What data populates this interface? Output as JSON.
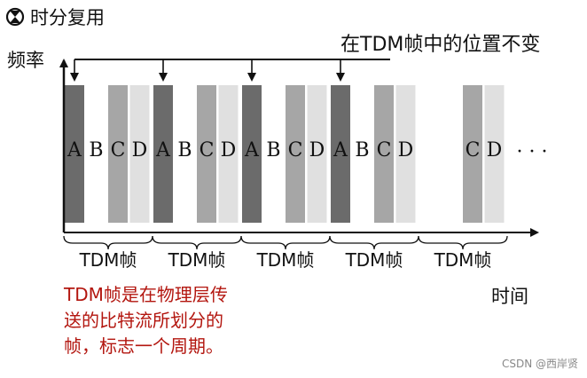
{
  "header": {
    "title": "时分复用",
    "icon": "hourglass-icon"
  },
  "diagram": {
    "ylabel": "频率",
    "xlabel": "时间",
    "position_label": "在TDM帧中的位置不变",
    "users": [
      {
        "letter": "A",
        "color": "#6b6b6b"
      },
      {
        "letter": "B",
        "color": "#ffffff"
      },
      {
        "letter": "C",
        "color": "#a6a6a6"
      },
      {
        "letter": "D",
        "color": "#e0e0e0"
      }
    ],
    "frame_count": 5,
    "highlighted_frames": 4,
    "frame_label": "TDM帧",
    "ellipsis": "· · ·"
  },
  "note": {
    "color": "#b3160f",
    "lines": [
      "TDM帧是在物理层传",
      "送的比特流所划分的",
      "帧，标志一个周期。"
    ]
  },
  "watermark": "CSDN @西岸贤"
}
